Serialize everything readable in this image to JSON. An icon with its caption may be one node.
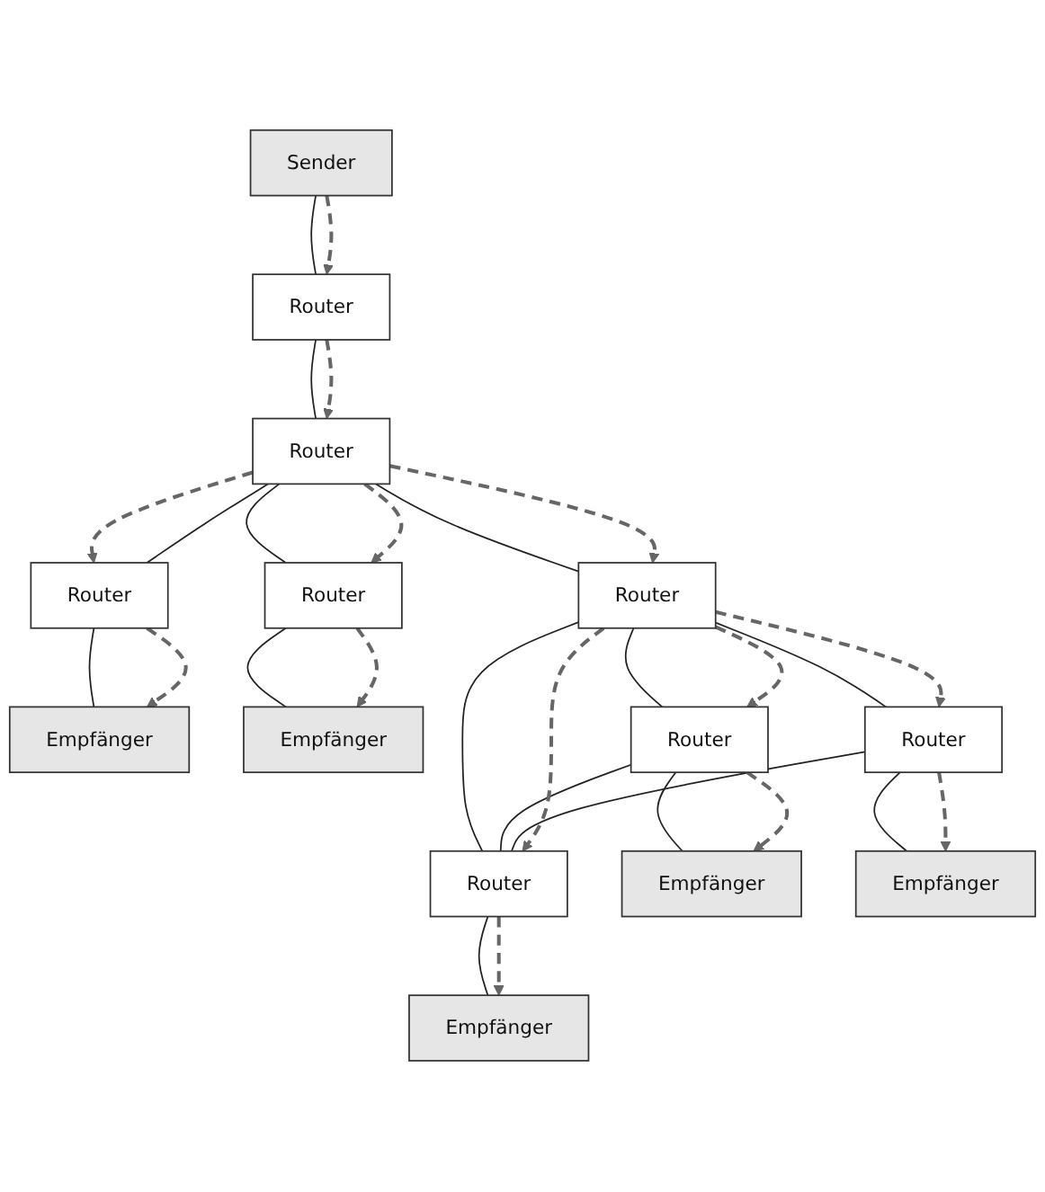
{
  "diagram": {
    "nodes": [
      {
        "text": [
          "Sender"
        ]
      },
      {
        "text": [
          "Empfänger"
        ]
      },
      {
        "text": [
          "Router"
        ]
      },
      {
        "text": [
          "Empfänger"
        ]
      },
      {
        "text": [
          "Router"
        ]
      },
      {
        "text": [
          "Router"
        ]
      },
      {
        "text": [
          "Router"
        ]
      },
      {
        "text": [
          "Router"
        ]
      },
      {
        "text": [
          "Router"
        ]
      },
      {
        "text": [
          "Router"
        ]
      },
      {
        "text": [
          "Router"
        ]
      },
      {
        "text": [
          "Empfänger"
        ]
      },
      {
        "text": [
          "Empfänger"
        ]
      },
      {
        "text": [
          "Empfänger"
        ]
      }
    ],
    "edges": [
      {
        "from": 0,
        "to": 2,
        "arrow": "none"
      },
      {
        "from": 2,
        "to": 5,
        "arrow": "none"
      },
      {
        "from": 4,
        "to": 5,
        "arrow": "none"
      },
      {
        "from": 5,
        "to": 6,
        "arrow": "none"
      },
      {
        "from": 4,
        "to": 1,
        "arrow": "none"
      },
      {
        "from": 6,
        "to": 3,
        "arrow": "none"
      },
      {
        "from": 5,
        "to": 7,
        "arrow": "none"
      },
      {
        "from": 7,
        "to": 8,
        "arrow": "none"
      },
      {
        "from": 7,
        "to": 9,
        "arrow": "none"
      },
      {
        "from": 7,
        "to": 10,
        "arrow": "none"
      },
      {
        "from": 8,
        "to": 10,
        "arrow": "none"
      },
      {
        "from": 9,
        "to": 10,
        "arrow": "none"
      },
      {
        "from": 8,
        "to": 11,
        "arrow": "none"
      },
      {
        "from": 9,
        "to": 12,
        "arrow": "none"
      },
      {
        "from": 10,
        "to": 13,
        "arrow": "none"
      },
      {
        "from": 0,
        "to": 2,
        "arrow": "to",
        "style": "dashed",
        "color": "#666666"
      },
      {
        "from": 2,
        "to": 5,
        "arrow": "to",
        "style": "dashed",
        "color": "#666666"
      },
      {
        "from": 5,
        "to": 4,
        "arrow": "to",
        "style": "dashed",
        "color": "#666666"
      },
      {
        "from": 5,
        "to": 6,
        "arrow": "to",
        "style": "dashed",
        "color": "#666666"
      },
      {
        "from": 4,
        "to": 1,
        "arrow": "to",
        "style": "dashed",
        "color": "#666666"
      },
      {
        "from": 6,
        "to": 3,
        "arrow": "to",
        "style": "dashed",
        "color": "#666666"
      },
      {
        "from": 5,
        "to": 7,
        "arrow": "to",
        "style": "dashed",
        "color": "#666666"
      },
      {
        "from": 7,
        "to": 8,
        "arrow": "to",
        "style": "dashed",
        "color": "#666666"
      },
      {
        "from": 7,
        "to": 9,
        "arrow": "to",
        "style": "dashed",
        "color": "#666666"
      },
      {
        "from": 7,
        "to": 10,
        "arrow": "to",
        "style": "dashed",
        "color": "#666666"
      },
      {
        "from": 8,
        "to": 11,
        "arrow": "to",
        "style": "dashed",
        "color": "#666666"
      },
      {
        "from": 9,
        "to": 12,
        "arrow": "to",
        "style": "dashed",
        "color": "#666666"
      },
      {
        "from": 10,
        "to": 13,
        "arrow": "to",
        "style": "dashed",
        "color": "#666666"
      }
    ]
  }
}
